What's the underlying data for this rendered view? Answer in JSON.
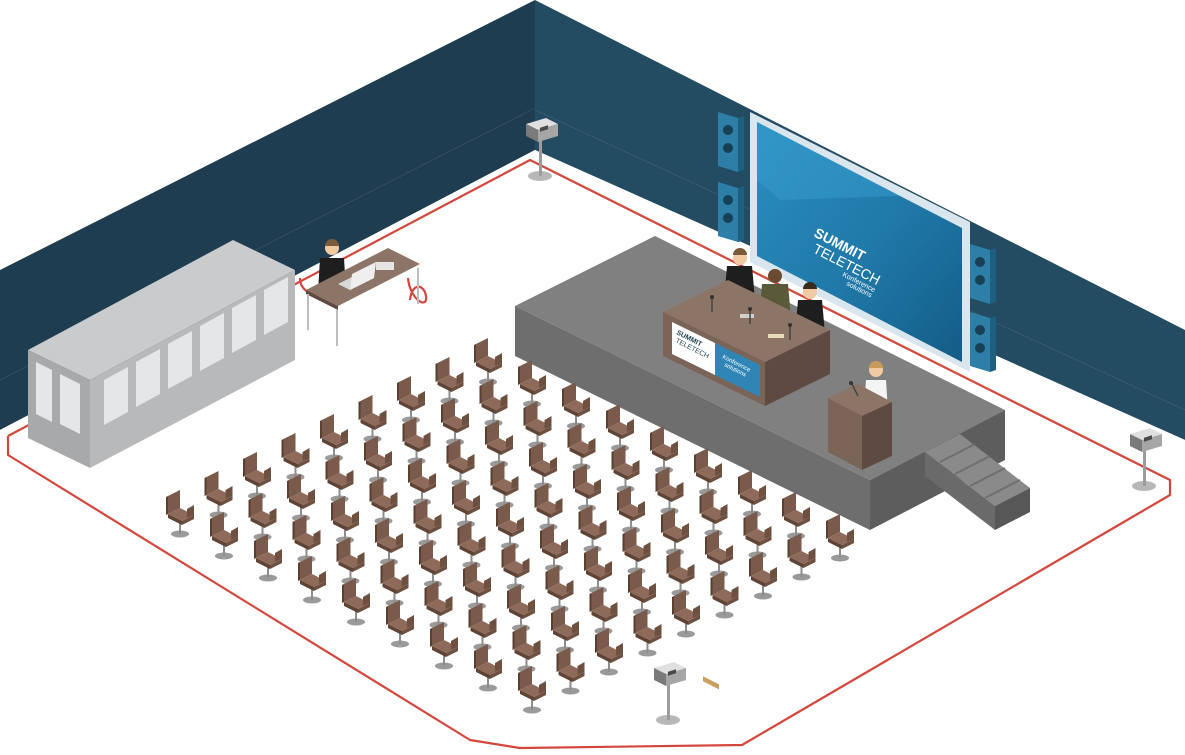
{
  "screen": {
    "brand_line1": "SUMMIT",
    "brand_line2": "TELETECH",
    "tagline_line1": "Konference",
    "tagline_line2": "solutions"
  },
  "desk_sign": {
    "brand_line1": "SUMMIT",
    "brand_line2": "TELETECH",
    "tagline_line1": "Konference",
    "tagline_line2": "solutions"
  },
  "colors": {
    "wall_left": "#1f3d50",
    "wall_back": "#234b62",
    "floor": "#ffffff",
    "cable": "#d3473c",
    "stage_top": "#7f7f7f",
    "stage_side": "#666666",
    "chair": "#7a5a4a",
    "screen": "#1e7fad",
    "booth": "#b7b9bb",
    "table_wood": "#7a6458"
  },
  "icons": [
    "speaker-icon",
    "wall-speaker-icon",
    "laptop-icon",
    "microphone-icon"
  ]
}
